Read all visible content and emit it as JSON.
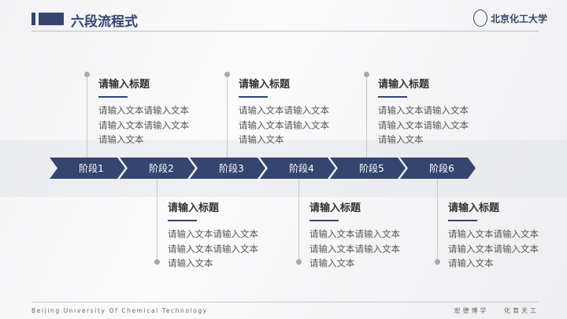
{
  "header": {
    "title": "六段流程式",
    "logo_text": "北京化工大学"
  },
  "footer": {
    "university": "Beijing University Of Chemical Technology",
    "motto": "宏德博学 化育天工"
  },
  "stages": [
    "阶段1",
    "阶段2",
    "阶段3",
    "阶段4",
    "阶段5",
    "阶段6"
  ],
  "items": [
    {
      "title": "请输入标题",
      "text": "请输入文本请输入文本请输入文本请输入文本请输入文本"
    },
    {
      "title": "请输入标题",
      "text": "请输入文本请输入文本请输入文本请输入文本请输入文本"
    },
    {
      "title": "请输入标题",
      "text": "请输入文本请输入文本请输入文本请输入文本请输入文本"
    },
    {
      "title": "请输入标题",
      "text": "请输入文本请输入文本请输入文本请输入文本请输入文本"
    },
    {
      "title": "请输入标题",
      "text": "请输入文本请输入文本请输入文本请输入文本请输入文本"
    },
    {
      "title": "请输入标题",
      "text": "请输入文本请输入文本请输入文本请输入文本请输入文本"
    }
  ],
  "colors": {
    "accent": "#34466f"
  }
}
